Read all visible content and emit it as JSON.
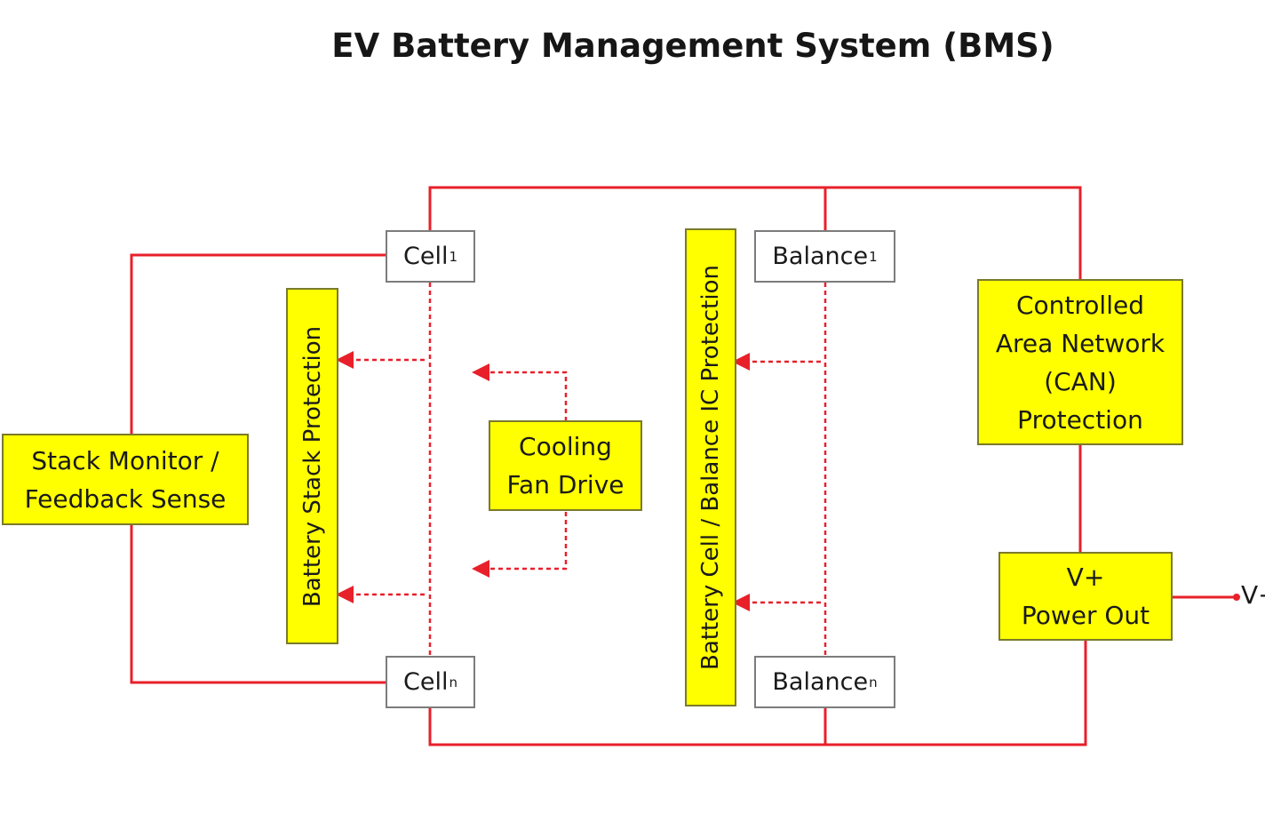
{
  "title": "EV Battery Management System (BMS)",
  "colors": {
    "wire": "#e8202a",
    "block_fill": "#ffff00",
    "block_border": "#7a7a2a",
    "cell_border": "#7c7c7c"
  },
  "blocks": {
    "stack_monitor": {
      "line1": "Stack Monitor /",
      "line2": "Feedback Sense"
    },
    "stack_protection": "Battery Stack Protection",
    "cooling_fan": {
      "line1": "Cooling",
      "line2": "Fan Drive"
    },
    "cell_balance_protection": "Battery Cell / Balance IC Protection",
    "can_protection": {
      "line1": "Controlled",
      "line2": "Area Network",
      "line3": "(CAN)",
      "line4": "Protection"
    },
    "power_out": {
      "line1": "V+",
      "line2": "Power Out"
    }
  },
  "cells": {
    "cell_first": {
      "label": "Cell",
      "sub": "1"
    },
    "cell_last": {
      "label": "Cell",
      "sub": "n"
    },
    "balance_first": {
      "label": "Balance",
      "sub": "1"
    },
    "balance_last": {
      "label": "Balance",
      "sub": "n"
    }
  },
  "output_label": "V+"
}
